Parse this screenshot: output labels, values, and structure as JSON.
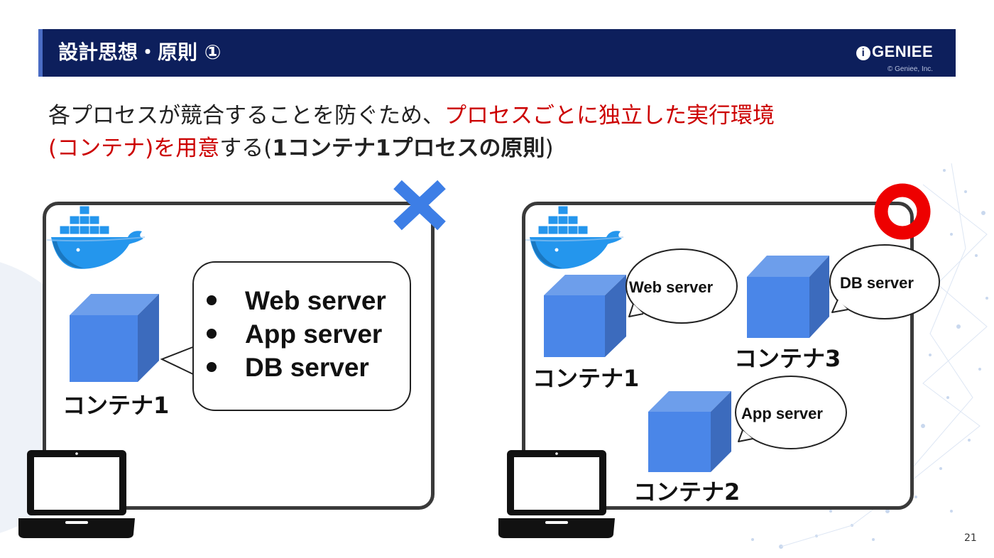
{
  "header": {
    "title": "設計思想・原則 ①",
    "logo_text": "GENIEE",
    "logo_mark": "i",
    "copyright": "© Geniee, Inc."
  },
  "intro": {
    "part1": "各プロセスが競合することを防ぐため、",
    "part2_red": "プロセスごとに独立した実行環境",
    "part3_red": "(コンテナ)を用意",
    "part4": "する(",
    "part5_bold": "1コンテナ1プロセスの原則",
    "part6": ")"
  },
  "left_panel": {
    "verdict_icon": "cross-icon",
    "container_label": "コンテナ1",
    "processes": [
      "Web server",
      "App server",
      "DB server"
    ]
  },
  "right_panel": {
    "verdict_icon": "circle-icon",
    "containers": [
      {
        "label": "コンテナ1",
        "process": "Web server"
      },
      {
        "label": "コンテナ3",
        "process": "DB server"
      },
      {
        "label": "コンテナ2",
        "process": "App server"
      }
    ]
  },
  "colors": {
    "header_bg": "#0d1f5c",
    "cube_front": "#4a86e8",
    "cube_top": "#6d9eeb",
    "cube_side": "#3c6bbd",
    "cross": "#3d7ee6",
    "circle": "#ee0000",
    "red_text": "#cc0000"
  },
  "page_number": "21"
}
